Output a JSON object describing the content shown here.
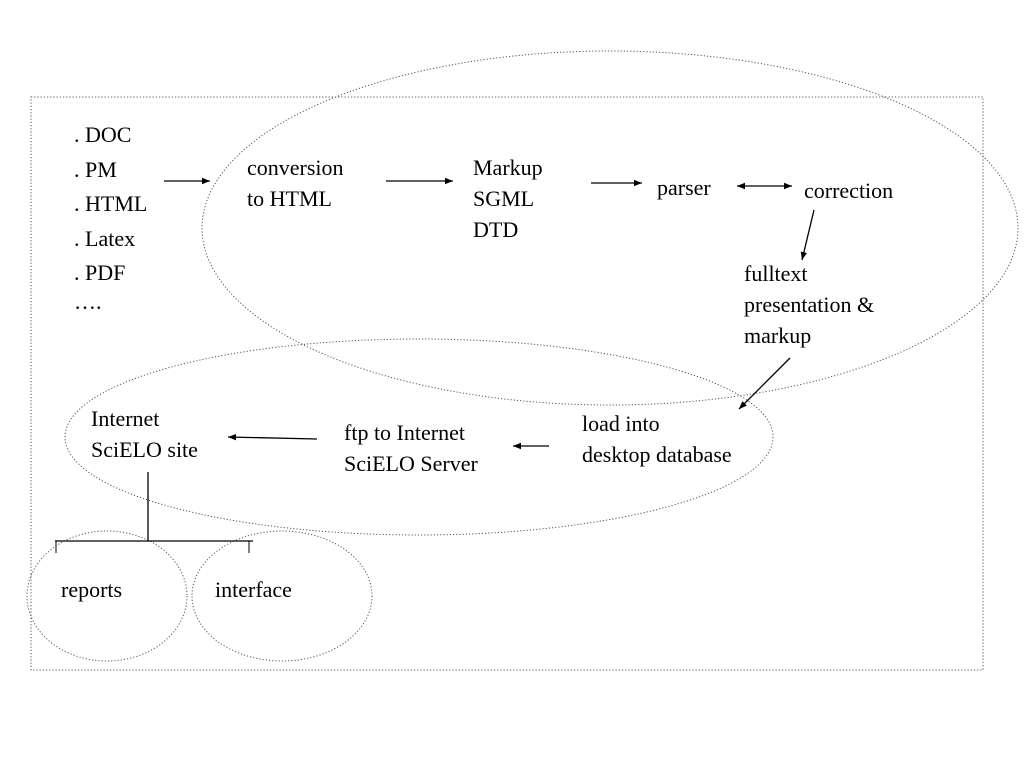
{
  "colors": {
    "ink": "#000000",
    "frame": "#555555",
    "background": "#ffffff"
  },
  "formats": [
    ". DOC",
    ". PM",
    ". HTML",
    ". Latex",
    ". PDF",
    "…."
  ],
  "steps": {
    "conversion": [
      "conversion",
      "to HTML"
    ],
    "markup": [
      "Markup",
      "SGML",
      "DTD"
    ],
    "parser": "parser",
    "correction": "correction",
    "fulltext": [
      "fulltext",
      "presentation &",
      "markup"
    ],
    "load": [
      "load into",
      "desktop database"
    ],
    "ftp": [
      "ftp to Internet",
      "SciELO Server"
    ],
    "site": [
      "Internet",
      "SciELO site"
    ],
    "reports": "reports",
    "interface": "interface"
  }
}
